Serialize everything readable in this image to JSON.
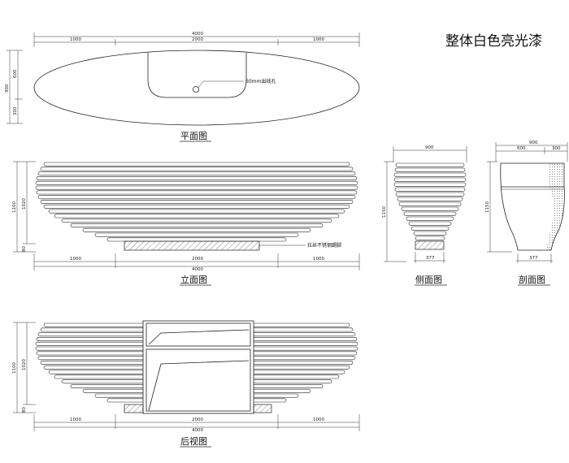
{
  "title": "整体白色亮光漆",
  "views": {
    "plan": {
      "label": "平面图",
      "overall": "4000",
      "segments": [
        "1000",
        "2000",
        "1000"
      ],
      "left_total": "900",
      "left_parts": [
        "600",
        "300"
      ],
      "hole_note": "60mm出线孔"
    },
    "front": {
      "label": "立面图",
      "overall": "4000",
      "segments": [
        "1000",
        "2000",
        "1000"
      ],
      "height_total": "1100",
      "height_part": "1020",
      "foot_gap": "80",
      "foot_note": "拉丝不锈钢踢脚"
    },
    "side": {
      "label": "侧面图",
      "width": "900",
      "height": "1150",
      "base": "377"
    },
    "section": {
      "label": "剖面图",
      "width": "900",
      "parts": [
        "600",
        "300"
      ],
      "height": "1150",
      "base": "377"
    },
    "rear": {
      "label": "后视图",
      "overall": "4000",
      "segments": [
        "1000",
        "2000",
        "1000"
      ],
      "height_total": "1100",
      "height_part": "1020",
      "foot_gap": "80"
    }
  }
}
